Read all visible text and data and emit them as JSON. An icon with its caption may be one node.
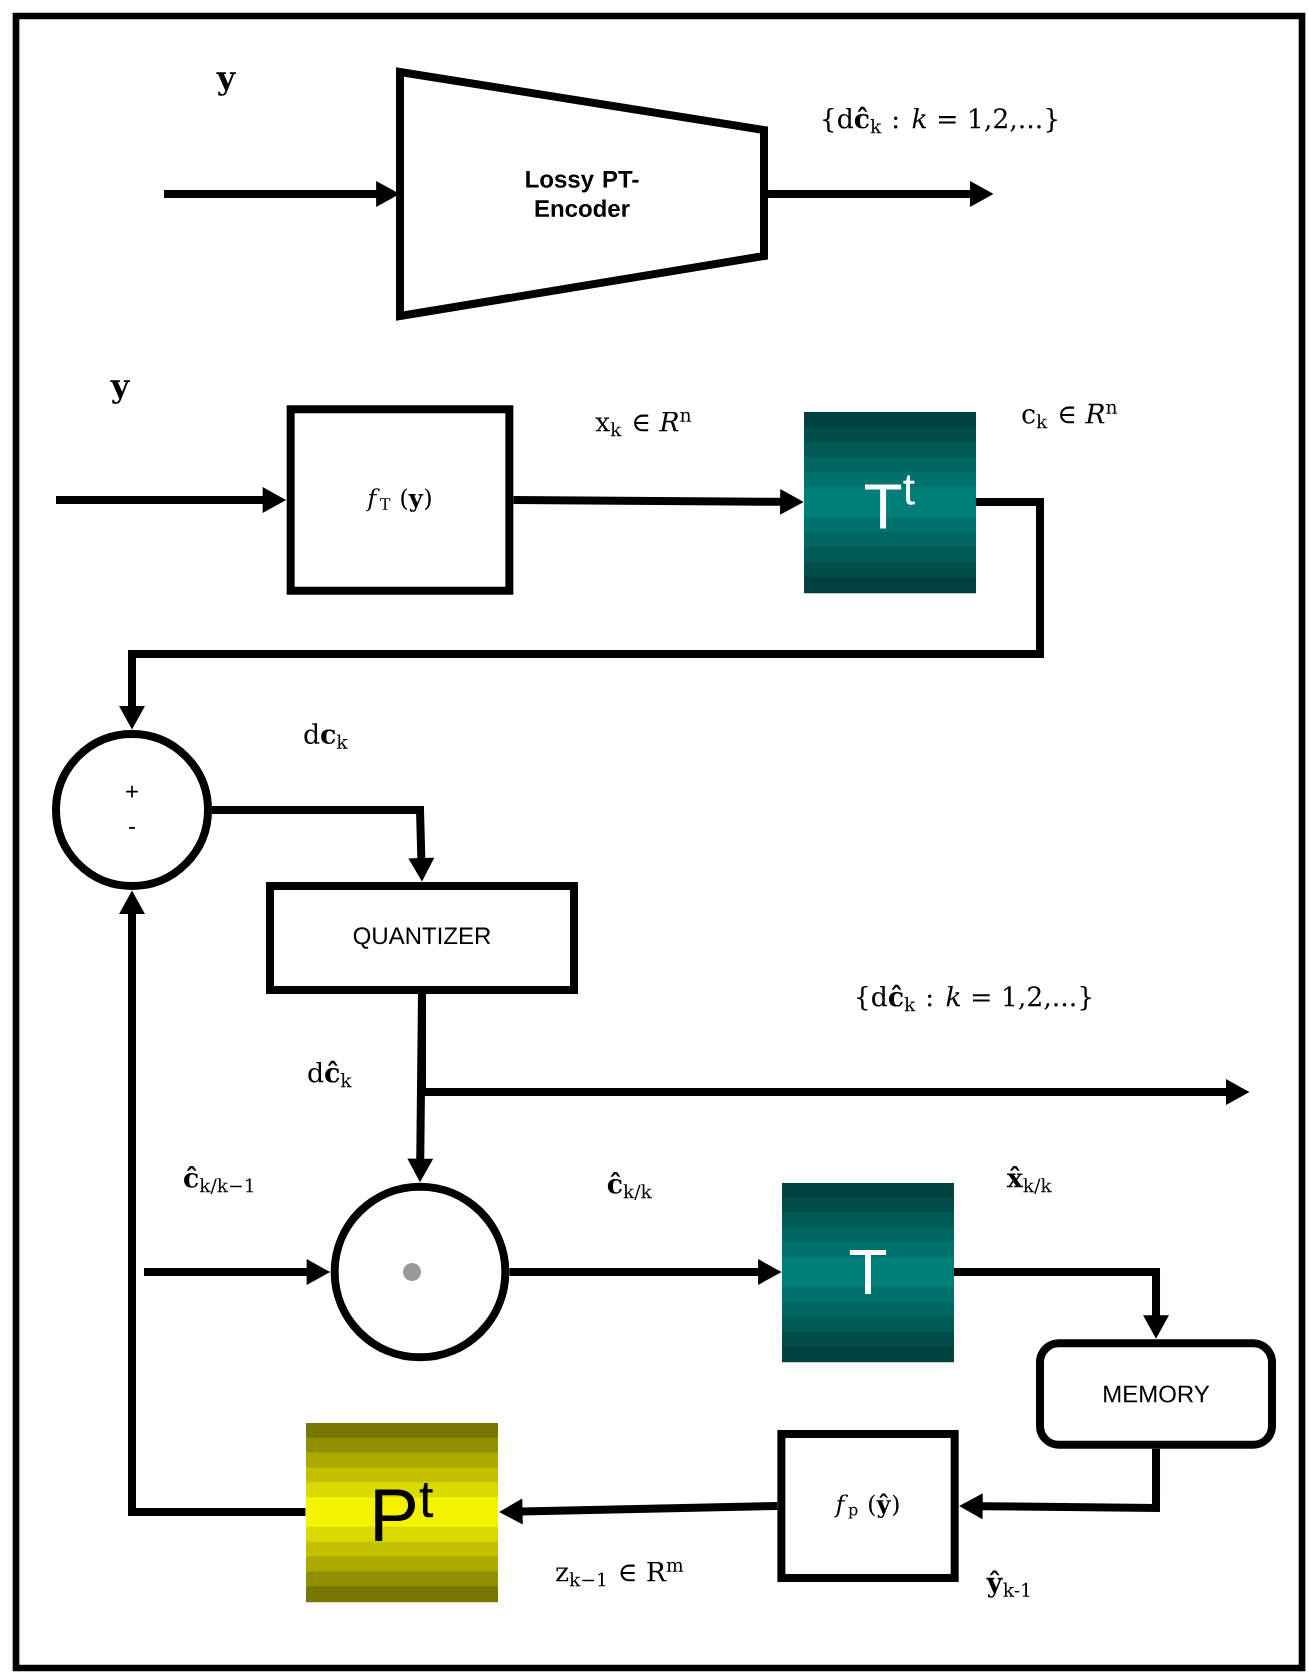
{
  "diagram": {
    "nodes": [
      {
        "text": [
          "Lossy PT-Encoder"
        ]
      },
      {
        "text": [
          "*f*$_{T}$ (**y**)"
        ]
      },
      {
        "text": [
          "T$^{t}$"
        ]
      },
      {
        "text": [
          "+",
          "-"
        ]
      },
      {
        "text": [
          "QUANTIZER"
        ]
      },
      {
        "text": [],
        "shape": "circle"
      },
      {
        "text": [
          "T"
        ]
      },
      {
        "text": [
          "MEMORY"
        ]
      },
      {
        "text": [
          "*f*$_{p}$ (**ŷ**)"
        ]
      },
      {
        "text": [
          "P$^{t}$"
        ]
      }
    ],
    "edges": [
      {
        "from": null,
        "to": 0,
        "arrow": "to",
        "label": "y"
      },
      {
        "from": 0,
        "to": null,
        "arrow": "to",
        "label": "{d**ĉ**$_{k}$ : *k* = 1,2,...}"
      },
      {
        "from": null,
        "to": 1,
        "arrow": "to",
        "label": "y"
      },
      {
        "from": 1,
        "to": 2,
        "arrow": "to",
        "label": "x$_{k}$ ∈ *R*$^{n}$"
      },
      {
        "from": 2,
        "to": 3,
        "arrow": "to",
        "label": "c$_{k}$ ∈ *R*$^{n}$"
      },
      {
        "from": 3,
        "to": 4,
        "arrow": "to",
        "label": "d**c**$_{k}$"
      },
      {
        "from": 4,
        "to": 5,
        "arrow": "to",
        "label": "d**ĉ**$_{k}$"
      },
      {
        "from": 4,
        "to": null,
        "arrow": "to",
        "label": "{d**ĉ**$_{k}$ : *k* = 1,2,...}"
      },
      {
        "from": null,
        "to": 5,
        "arrow": "to",
        "label": "**ĉ**$_{k/k−1}$"
      },
      {
        "from": 5,
        "to": 6,
        "arrow": "to",
        "label": "**ĉ**$_{k/k}$"
      },
      {
        "from": 6,
        "to": 7,
        "arrow": "to",
        "label": "**x̂**$_{k/k}$"
      },
      {
        "from": 7,
        "to": 8,
        "arrow": "to",
        "label": "**ŷ**$_{k-1}$"
      },
      {
        "from": 8,
        "to": 9,
        "arrow": "to",
        "label": "z$_{k−1}$ ∈ R$^{m}$"
      },
      {
        "from": 9,
        "to": 3,
        "arrow": "to"
      }
    ]
  }
}
